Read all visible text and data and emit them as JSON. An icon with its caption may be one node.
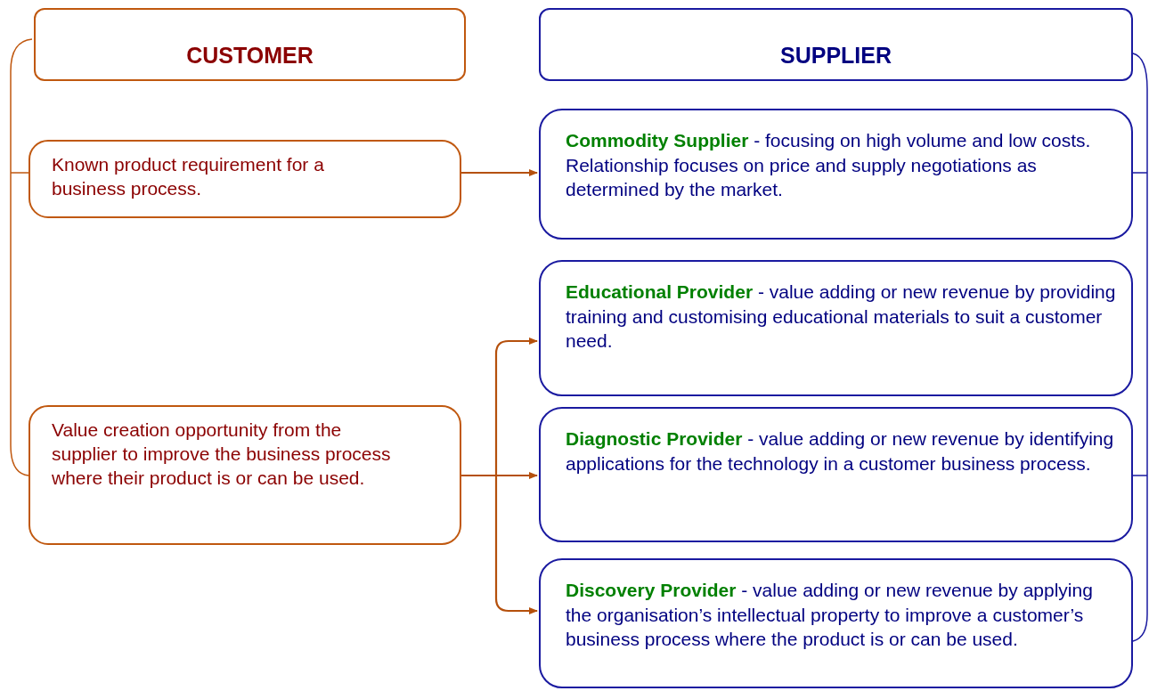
{
  "diagram": {
    "nodes": [
      {
        "text": [
          "CUSTOMER"
        ]
      },
      {
        "text": [
          "SUPPLIER"
        ]
      },
      {
        "text": [
          "Known product requirement for a business process."
        ]
      },
      {
        "text": [
          "Value creation opportunity from the supplier to improve the business process where their product is or can be used."
        ]
      },
      {
        "text": [
          "**Commodity Supplier** - focusing on high volume and low costs. Relationship focuses on price and supply negotiations as determined by the market."
        ]
      },
      {
        "text": [
          "**Educational Provider** - value adding or new revenue by providing training and customising educational materials to suit a customer need."
        ]
      },
      {
        "text": [
          "**Diagnostic Provider** - value adding or new revenue by identifying applications for the technology in a customer business process."
        ]
      },
      {
        "text": [
          "**Discovery Provider** - value adding or new revenue by applying the organisation’s intellectual property to improve a customer’s business process where the product is or can be used."
        ]
      }
    ],
    "edges": [
      {
        "from": 2,
        "to": 4,
        "arrow": "to"
      },
      {
        "from": 3,
        "to": 5,
        "arrow": "to"
      },
      {
        "from": 3,
        "to": 6,
        "arrow": "to"
      },
      {
        "from": 3,
        "to": 7,
        "arrow": "to"
      }
    ]
  }
}
